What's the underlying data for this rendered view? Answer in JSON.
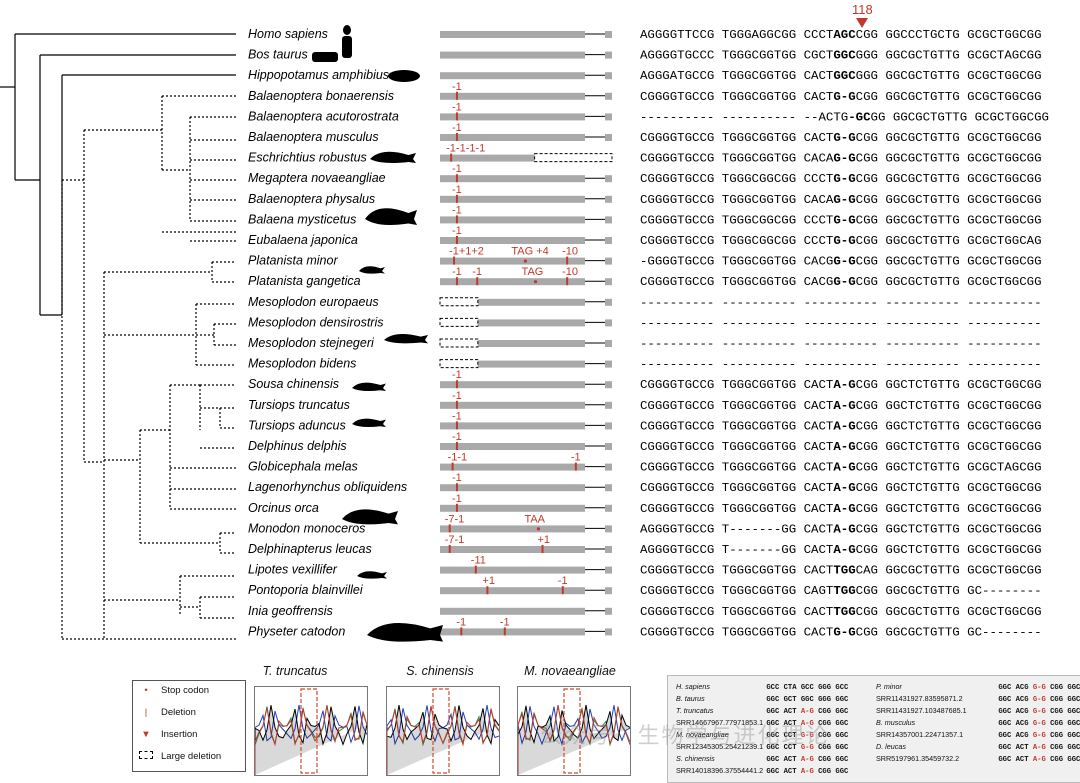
{
  "marker_label": "118",
  "species": [
    {
      "name": "Homo sapiens",
      "seq": "AGGGGTTCCG TGGGAGGCGG CCCTAGCCGG GGCCCTGCTG GCGCTGGCGG",
      "bold": [
        24,
        27
      ],
      "muts": []
    },
    {
      "name": "Bos taurus",
      "seq": "AGGGGTGCCC TGGGCGGTGG CGCTGGCGGG GGCGCTGTTG GCGCTAGCGG",
      "bold": [
        24,
        27
      ],
      "muts": []
    },
    {
      "name": "Hippopotamus amphibius",
      "seq": "AGGGATGCCG TGGGCGGTGG CACTGGCGGG GGCGCTGTTG GCGCTGGCGG",
      "bold": [
        24,
        27
      ],
      "muts": []
    },
    {
      "name": "Balaenoptera bonaerensis",
      "seq": "CGGGGTGCCG TGGGCGGTGG CACTG-GCGG GGCGCTGTTG GCGCTGGCGG",
      "bold": [
        24,
        27
      ],
      "muts": [
        {
          "t": "-1",
          "p": 0.11
        }
      ]
    },
    {
      "name": "Balaenoptera acutorostrata",
      "seq": "---------- ---------- --ACTG-GCGG GGCGCTGTTG GCGCTGGCGG",
      "bold": [
        26,
        29
      ],
      "muts": [
        {
          "t": "-1",
          "p": 0.11
        }
      ]
    },
    {
      "name": "Balaenoptera musculus",
      "seq": "CGGGGTGCCG TGGGCGGTGG CACTG-GCGG GGCGCTGTTG GCGCTGGCGG",
      "bold": [
        24,
        27
      ],
      "muts": [
        {
          "t": "-1",
          "p": 0.11
        }
      ]
    },
    {
      "name": "Eschrichtius robustus",
      "seq": "CGGGGTGCCG TGGGCGGTGG CACAG-GCGG GGCGCTGTTG GCGCTGGCGG",
      "bold": [
        24,
        27
      ],
      "muts": [
        {
          "t": "-1-1-1-1",
          "p": 0.07
        }
      ],
      "largedel": [
        0.55,
        1.0
      ]
    },
    {
      "name": "Megaptera novaeangliae",
      "seq": "CGGGGTGCCG TGGGCGGCGG CCCTG-GCGG GGCGCTGTTG GCGCTGGCGG",
      "bold": [
        24,
        27
      ],
      "muts": [
        {
          "t": "-1",
          "p": 0.11
        }
      ]
    },
    {
      "name": "Balaenoptera physalus",
      "seq": "CGGGGTGCCG TGGGCGGTGG CACAG-GCGG GGCGCTGTTG GCGCTGGCGG",
      "bold": [
        24,
        27
      ],
      "muts": [
        {
          "t": "-1",
          "p": 0.11
        }
      ]
    },
    {
      "name": "Balaena mysticetus",
      "seq": "CGGGGTGCCG TGGGCGGCGG CCCTG-GCGG GGCGCTGTTG GCGCTGGCGG",
      "bold": [
        24,
        27
      ],
      "muts": [
        {
          "t": "-1",
          "p": 0.11
        }
      ]
    },
    {
      "name": "Eubalaena japonica",
      "seq": "CGGGGTGCCG TGGGCGGCGG CCCTG-GCGG GGCGCTGTTG GCGCTGGCAG",
      "bold": [
        24,
        27
      ],
      "muts": [
        {
          "t": "-1",
          "p": 0.11
        }
      ]
    },
    {
      "name": "Platanista minor",
      "seq": "-GGGGTGCCG TGGGCGGTGG CACGG-GCGG GGCGCTGTTG GCGCTGGCGG",
      "bold": [
        24,
        27
      ],
      "muts": [
        {
          "t": "-1+1+2",
          "p": 0.09
        },
        {
          "t": "TAG +4",
          "p": 0.52
        },
        {
          "t": "-10",
          "p": 0.87
        }
      ]
    },
    {
      "name": "Platanista gangetica",
      "seq": "CGGGGTGCCG TGGGCGGTGG CACGG-GCGG GGCGCTGTTG GCGCTGGCGG",
      "bold": [
        24,
        27
      ],
      "muts": [
        {
          "t": "-1",
          "p": 0.11
        },
        {
          "t": "-1",
          "p": 0.25
        },
        {
          "t": "TAG",
          "p": 0.59
        },
        {
          "t": "-10",
          "p": 0.87
        }
      ]
    },
    {
      "name": "Mesoplodon europaeus",
      "seq": "---------- ---------- ---------- ---------- ----------",
      "bold": [],
      "muts": [],
      "largedel": [
        0.0,
        0.22
      ]
    },
    {
      "name": "Mesoplodon densirostris",
      "seq": "---------- ---------- ---------- ---------- ----------",
      "bold": [],
      "muts": [],
      "largedel": [
        0.0,
        0.22
      ]
    },
    {
      "name": "Mesoplodon stejnegeri",
      "seq": "---------- ---------- ---------- ---------- ----------",
      "bold": [],
      "muts": [],
      "largedel": [
        0.0,
        0.22
      ]
    },
    {
      "name": "Mesoplodon bidens",
      "seq": "---------- ---------- ---------- ---------- ----------",
      "bold": [],
      "muts": [],
      "largedel": [
        0.0,
        0.22
      ]
    },
    {
      "name": "Sousa chinensis",
      "seq": "CGGGGTGCCG TGGGCGGTGG CACTA-GCGG GGCTCTGTTG GCGCTGGCGG",
      "bold": [
        24,
        27
      ],
      "muts": [
        {
          "t": "-1",
          "p": 0.11
        }
      ]
    },
    {
      "name": "Tursiops truncatus",
      "seq": "CGGGGTGCCG TGGGCGGTGG CACTA-GCGG GGCTCTGTTG GCGCTGGCGG",
      "bold": [
        24,
        27
      ],
      "muts": [
        {
          "t": "-1",
          "p": 0.11
        }
      ]
    },
    {
      "name": "Tursiops aduncus",
      "seq": "CGGGGTGCCG TGGGCGGTGG CACTA-GCGG GGCTCTGTTG GCGCTGGCGG",
      "bold": [
        24,
        27
      ],
      "muts": [
        {
          "t": "-1",
          "p": 0.11
        }
      ]
    },
    {
      "name": "Delphinus delphis",
      "seq": "CGGGGTGCCG TGGGCGGTGG CACTA-GCGG GGCTCTGTTG GCGCTGGCGG",
      "bold": [
        24,
        27
      ],
      "muts": [
        {
          "t": "-1",
          "p": 0.11
        }
      ]
    },
    {
      "name": "Globicephala melas",
      "seq": "CGGGGTGCCG TGGGCGGTGG CACTA-GCGG GGCTCTGTTG GCGCTAGCGG",
      "bold": [
        24,
        27
      ],
      "muts": [
        {
          "t": "-1-1",
          "p": 0.08
        },
        {
          "t": "-1",
          "p": 0.93
        }
      ]
    },
    {
      "name": "Lagenorhynchus obliquidens",
      "seq": "CGGGGTGCCG TGGGCGGTGG CACTA-GCGG GGCTCTGTTG GCGCTGGCGG",
      "bold": [
        24,
        27
      ],
      "muts": [
        {
          "t": "-1",
          "p": 0.11
        }
      ]
    },
    {
      "name": "Orcinus orca",
      "seq": "CGGGGTGCCG TGGGCGGTGG CACTA-GCGG GGCTCTGTTG GCGCTGGCGG",
      "bold": [
        24,
        27
      ],
      "muts": [
        {
          "t": "-1",
          "p": 0.11
        }
      ]
    },
    {
      "name": "Monodon monoceros",
      "seq": "AGGGGTGCCG T-------GG CACTA-GCGG GGCTCTGTTG GCGCTGGCGG",
      "bold": [
        24,
        27
      ],
      "muts": [
        {
          "t": "-7-1",
          "p": 0.06
        },
        {
          "t": "TAA",
          "p": 0.61
        }
      ]
    },
    {
      "name": "Delphinapterus leucas",
      "seq": "AGGGGTGCCG T-------GG CACTA-GCGG GGCTCTGTTG GCGCTGGCGG",
      "bold": [
        24,
        27
      ],
      "muts": [
        {
          "t": "-7-1",
          "p": 0.06
        },
        {
          "t": "+1",
          "p": 0.7
        }
      ]
    },
    {
      "name": "Lipotes vexillifer",
      "seq": "CGGGGTGCCG TGGGCGGTGG CACTTGGCAG GGCGCTGTTG GCGCTGGCGG",
      "bold": [
        24,
        27
      ],
      "muts": [
        {
          "t": "-11",
          "p": 0.24
        }
      ]
    },
    {
      "name": "Pontoporia blainvillei",
      "seq": "CGGGGTGCCG TGGGCGGTGG CAGTTGGCGG GGCGCTGTTG GC--------",
      "bold": [
        24,
        27
      ],
      "muts": [
        {
          "t": "+1",
          "p": 0.32
        },
        {
          "t": "-1",
          "p": 0.84
        }
      ]
    },
    {
      "name": "Inia geoffrensis",
      "seq": "CGGGGTGCCG TGGGCGGTGG CACTTGGCGG GGCGCTGTTG GCGCTGGCGG",
      "bold": [
        24,
        27
      ],
      "muts": []
    },
    {
      "name": "Physeter catodon",
      "seq": "CGGGGTGCCG TGGGCGGTGG CACTG-GCGG GGCGCTGTTG GC--------",
      "bold": [
        24,
        27
      ],
      "muts": [
        {
          "t": "-1",
          "p": 0.14
        },
        {
          "t": "-1",
          "p": 0.44
        }
      ]
    }
  ],
  "legend": {
    "stop": "Stop codon",
    "deletion": "Deletion",
    "insertion": "Insertion",
    "large_deletion": "Large deletion"
  },
  "chromatograms": [
    "T. truncatus",
    "S. chinensis",
    "M. novaeangliae"
  ],
  "reads": {
    "left": [
      {
        "label": "H. sapiens",
        "codons": [
          "GCC",
          "CTA",
          "GCC",
          "GGG",
          "GCC"
        ]
      },
      {
        "label": "B. taurus",
        "codons": [
          "GGC",
          "GCT",
          "GGC",
          "GGG",
          "GGC"
        ]
      },
      {
        "label": "T. truncatus",
        "codons": [
          "GGC",
          "ACT",
          "A-G",
          "CGG",
          "GGC"
        ]
      },
      {
        "label": "SRR14667967.77971853.1",
        "codons": [
          "GGC",
          "ACT",
          "A-G",
          "CGG",
          "GGC"
        ]
      },
      {
        "label": "M. novaeangliae",
        "codons": [
          "GGC",
          "CCT",
          "G-G",
          "CGG",
          "GGC"
        ]
      },
      {
        "label": "SRR12345305.25421239.1",
        "codons": [
          "GGC",
          "CCT",
          "G-G",
          "CGG",
          "GGC"
        ]
      },
      {
        "label": "S. chinensis",
        "codons": [
          "GGC",
          "ACT",
          "A-G",
          "CGG",
          "GGC"
        ]
      },
      {
        "label": "SRR14018396.37554441.2",
        "codons": [
          "GGC",
          "ACT",
          "A-G",
          "CGG",
          "GGC"
        ]
      }
    ],
    "right": [
      {
        "label": "P. minor",
        "codons": [
          "GGC",
          "ACG",
          "G-G",
          "CGG",
          "GGC"
        ]
      },
      {
        "label": "SRR11431927.83595871.2",
        "codons": [
          "GGC",
          "ACG",
          "G-G",
          "CGG",
          "GGC"
        ]
      },
      {
        "label": "SRR11431927.103487685.1",
        "codons": [
          "GGC",
          "ACG",
          "G-G",
          "CGG",
          "GGC"
        ]
      },
      {
        "label": "B. musculus",
        "codons": [
          "GGC",
          "ACG",
          "G-G",
          "CGG",
          "GGC"
        ]
      },
      {
        "label": "SRR14357001.22471357.1",
        "codons": [
          "GGC",
          "ACG",
          "G-G",
          "CGG",
          "GGC"
        ]
      },
      {
        "label": "D. leucas",
        "codons": [
          "GGC",
          "ACT",
          "A-G",
          "CGG",
          "GGC"
        ]
      },
      {
        "label": "SRR5197961.35459732.2",
        "codons": [
          "GGC",
          "ACT",
          "A-G",
          "CGG",
          "GGC"
        ]
      }
    ]
  },
  "watermark": "公众号 · 生物学与进化理论"
}
